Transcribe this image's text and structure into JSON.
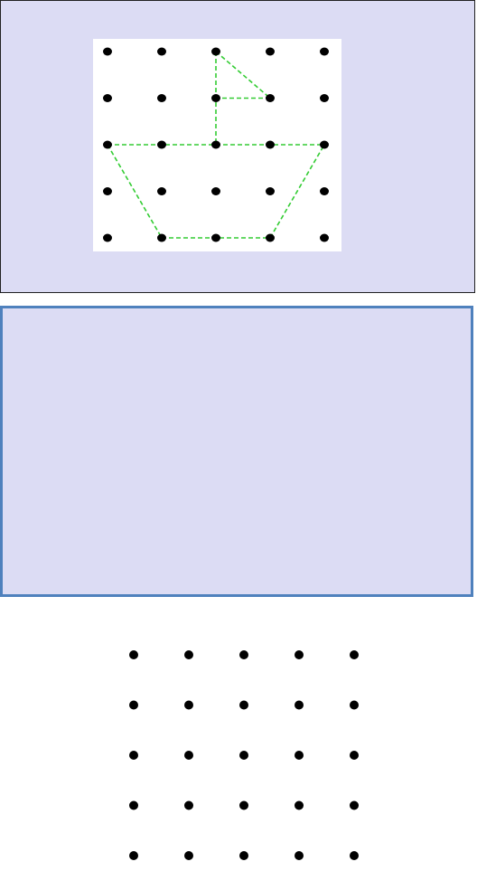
{
  "colors": {
    "background": "#dcdcf4",
    "board": "#ffffff",
    "dot": "#000000",
    "line": "#33cc33",
    "top_border": "#222222",
    "bottom_border": "#4f81bd"
  },
  "top_grid": {
    "rows": 5,
    "cols": 5,
    "shape_name": "boat-with-flag",
    "segments": [
      [
        [
          2,
          0
        ],
        [
          2,
          2
        ]
      ],
      [
        [
          2,
          0
        ],
        [
          3,
          1
        ]
      ],
      [
        [
          3,
          1
        ],
        [
          2,
          1
        ]
      ],
      [
        [
          0,
          2
        ],
        [
          4,
          2
        ]
      ],
      [
        [
          0,
          2
        ],
        [
          1,
          4
        ]
      ],
      [
        [
          1,
          4
        ],
        [
          3,
          4
        ]
      ],
      [
        [
          3,
          4
        ],
        [
          4,
          2
        ]
      ]
    ]
  },
  "bottom_grid": {
    "rows": 5,
    "cols": 5
  }
}
